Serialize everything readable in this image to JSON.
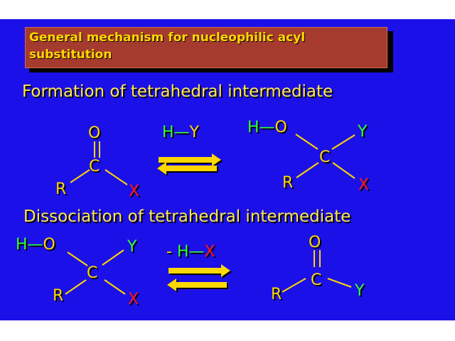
{
  "title": "General mechanism for nucleophilic acyl substitution",
  "section1": "Formation of tetrahedral intermediate",
  "section2": "Dissociation of tetrahedral intermediate",
  "atoms": {
    "O": "O",
    "C": "C",
    "R": "R",
    "X": "X",
    "Y": "Y",
    "H": "H"
  },
  "reagent1": {
    "h": "H",
    "dash": "—",
    "y": "Y"
  },
  "reagent2": {
    "minus": "- ",
    "h": "H",
    "dash": "—",
    "x": "X"
  },
  "colors": {
    "background": "#1c10e8",
    "heading": "#ffe94a",
    "title_text": "#ffd700",
    "title_box": "#a53a2e",
    "atom": "#ffd700",
    "green": "#33ff33",
    "red": "#ff1a1a",
    "arrow": "#ffd700"
  }
}
